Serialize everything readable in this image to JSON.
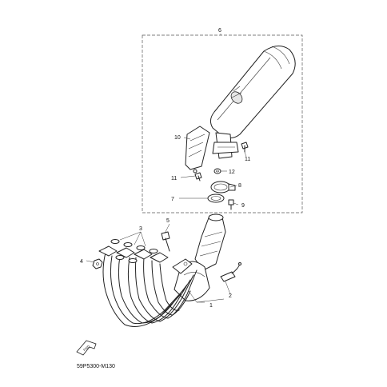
{
  "diagram": {
    "callouts": [
      {
        "id": "c1",
        "text": "1"
      },
      {
        "id": "c2",
        "text": "2"
      },
      {
        "id": "c3",
        "text": "3"
      },
      {
        "id": "c4",
        "text": "4"
      },
      {
        "id": "c5",
        "text": "5"
      },
      {
        "id": "c6",
        "text": "6"
      },
      {
        "id": "c7",
        "text": "7"
      },
      {
        "id": "c8",
        "text": "8"
      },
      {
        "id": "c9",
        "text": "9"
      },
      {
        "id": "c10",
        "text": "10"
      },
      {
        "id": "c11a",
        "text": "11"
      },
      {
        "id": "c11b",
        "text": "11"
      },
      {
        "id": "c12",
        "text": "12"
      }
    ],
    "drawing_code": "59P5300-M130",
    "front_arrow_text": "FWD"
  }
}
